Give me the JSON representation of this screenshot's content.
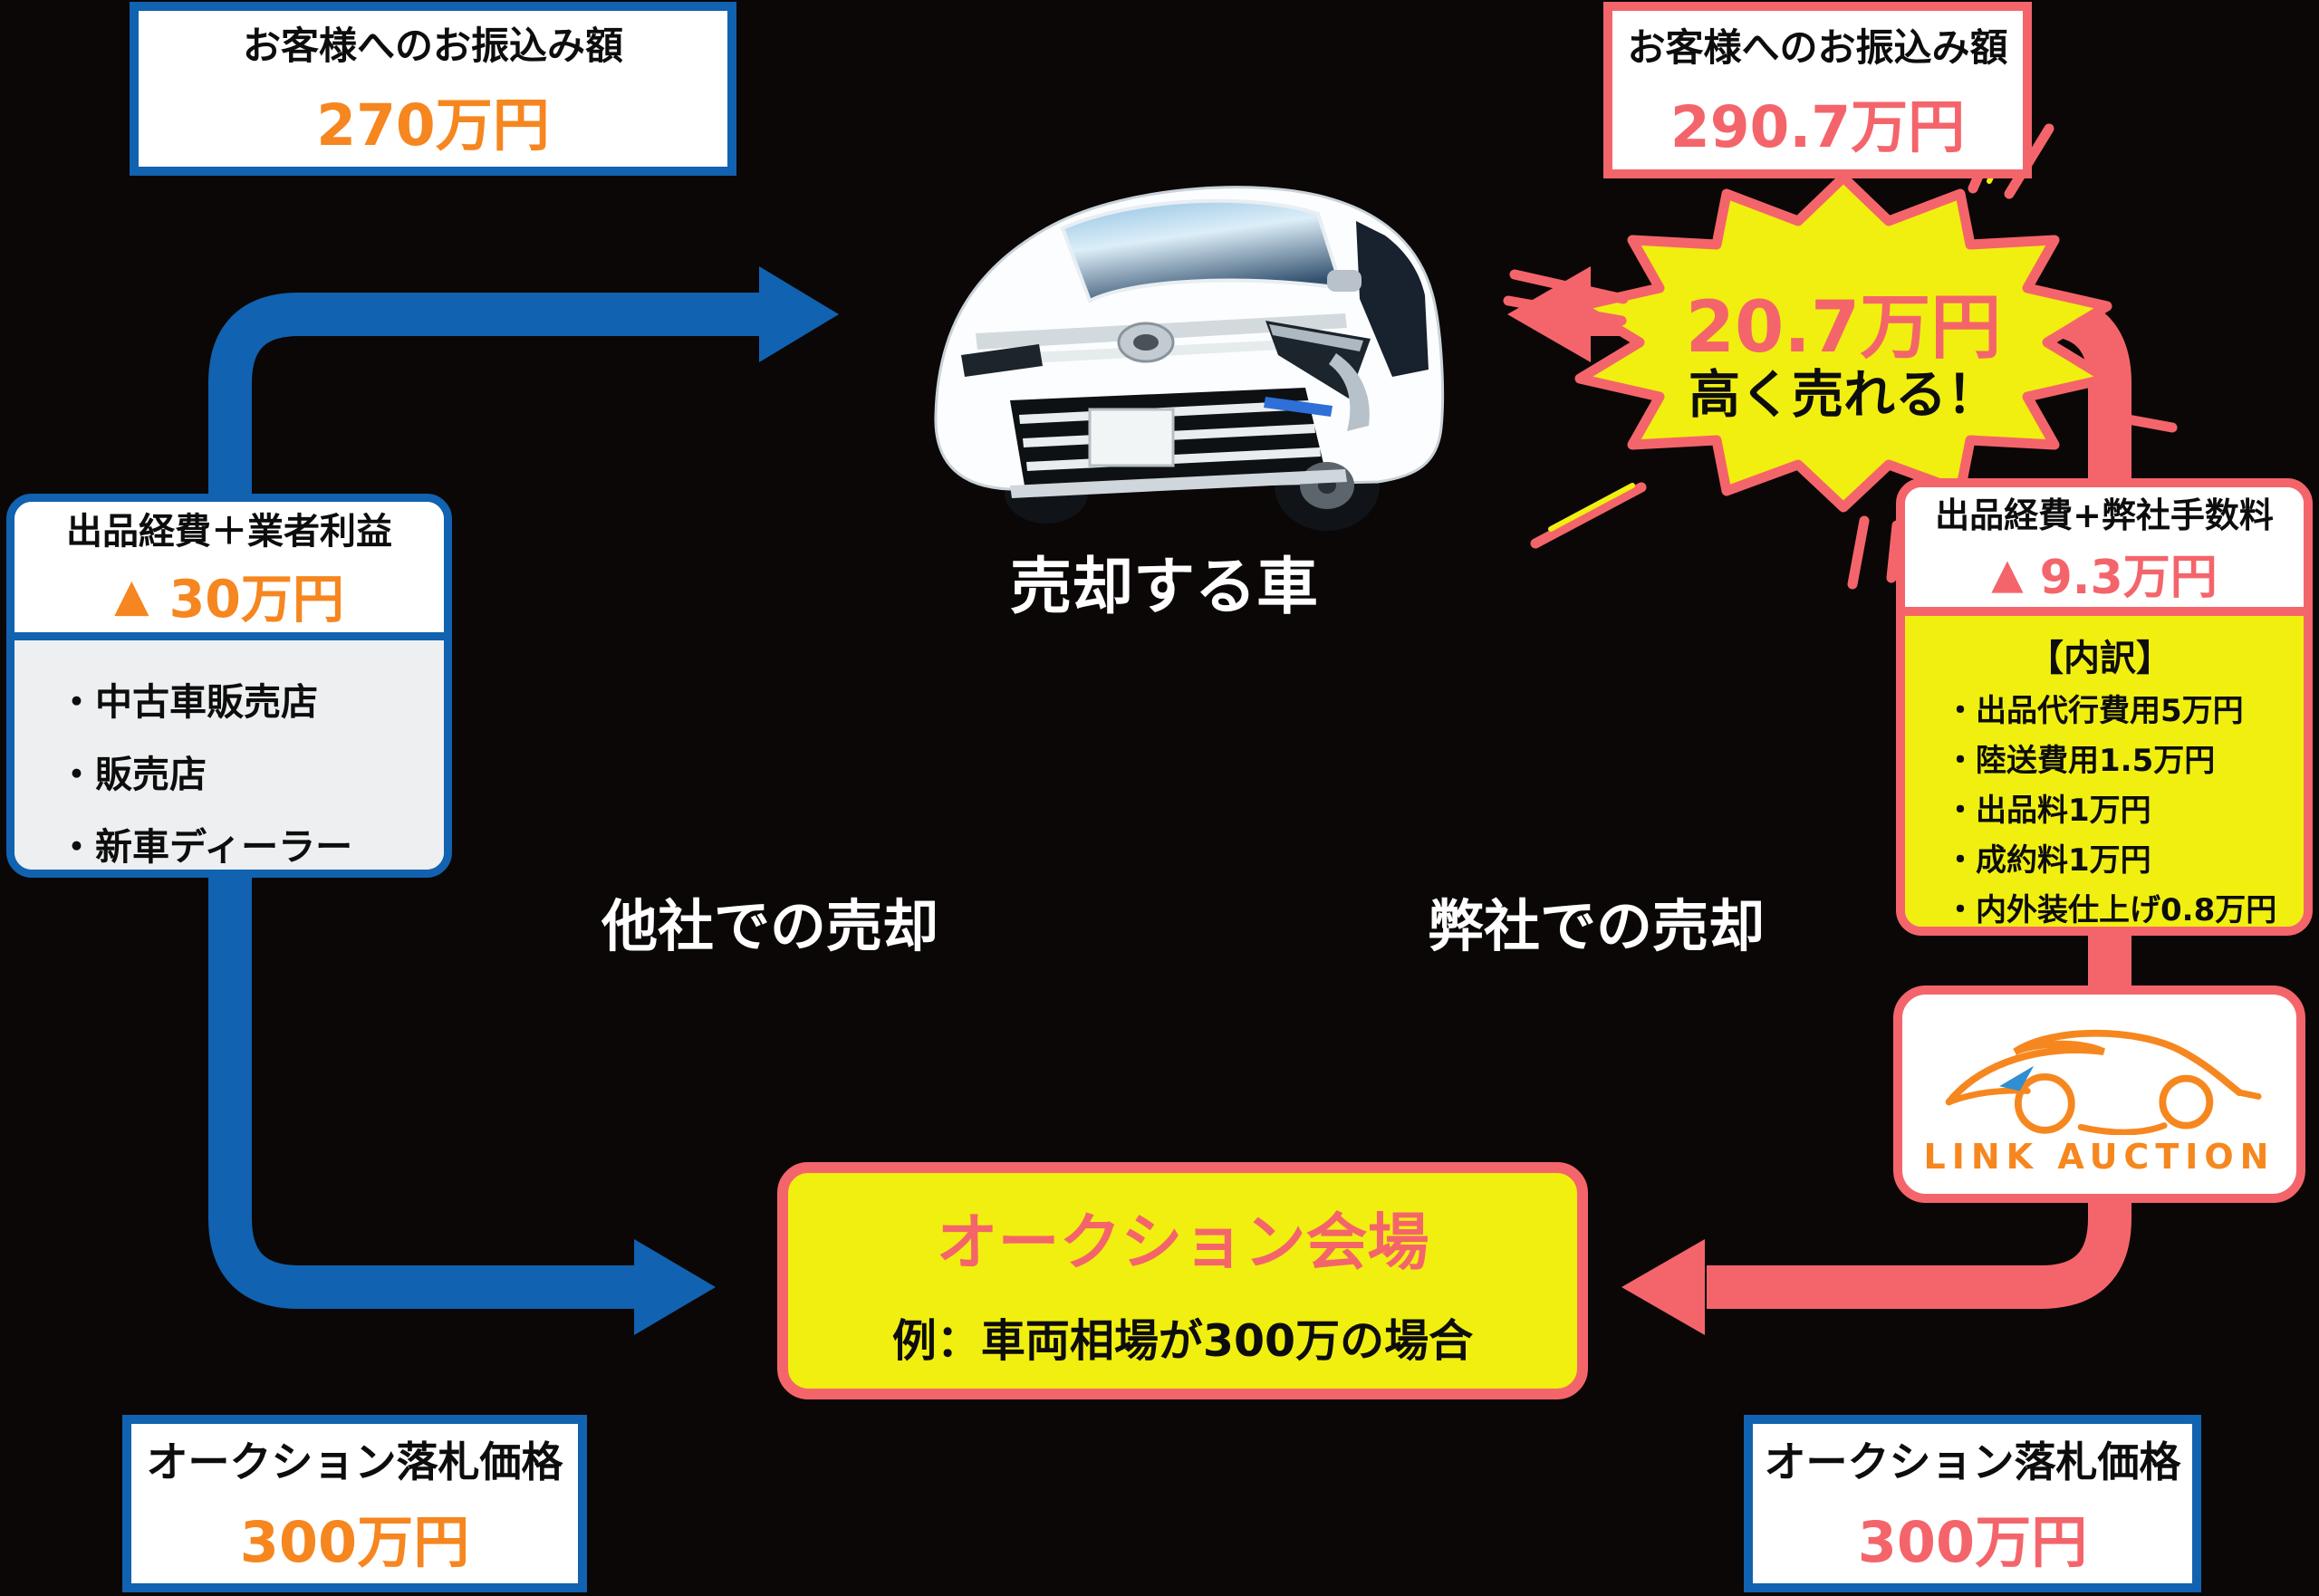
{
  "colors": {
    "background": "#0b0706",
    "blue": "#1162b0",
    "pink": "#f4656b",
    "orange": "#f6861f",
    "yellow": "#f1ef10",
    "list_gray": "#edeff0"
  },
  "top_left_box": {
    "title": "お客様へのお振込み額",
    "value": "270万円"
  },
  "top_right_box": {
    "title": "お客様へのお振込み額",
    "value": "290.7万円"
  },
  "burst": {
    "line1": "20.7万円",
    "line2": "高く売れる！"
  },
  "car_caption": "売却する車",
  "left_cost_box": {
    "title": "出品経費＋業者利益",
    "triangle": "▲",
    "value": "30万円",
    "items": [
      "・中古車販売店",
      "・販売店",
      "・新車ディーラー"
    ]
  },
  "right_cost_box": {
    "title": "出品経費+弊社手数料",
    "triangle": "▲",
    "value": "9.3万円",
    "breakdown_title": "【内訳】",
    "items": [
      "・出品代行費用5万円",
      "・陸送費用1.5万円",
      "・出品料1万円",
      "・成約料1万円",
      "・内外装仕上げ0.8万円"
    ]
  },
  "labels": {
    "left_path": "他社での売却",
    "right_path": "弊社での売却"
  },
  "logo": {
    "name": "LINK AUCTION"
  },
  "auction_box": {
    "title": "オークション会場",
    "subtitle": "例：車両相場が300万の場合"
  },
  "bottom_left_box": {
    "title": "オークション落札価格",
    "value": "300万円"
  },
  "bottom_right_box": {
    "title": "オークション落札価格",
    "value": "300万円"
  }
}
